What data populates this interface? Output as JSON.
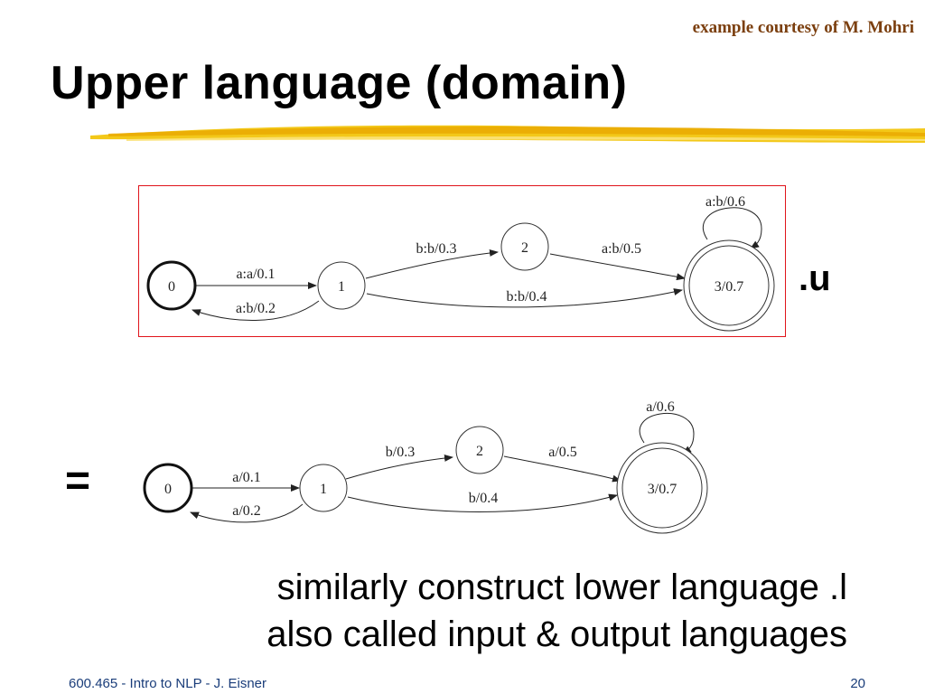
{
  "slide": {
    "courtesy": "example courtesy of M. Mohri",
    "title": "Upper language (domain)",
    "operator_u": ".u",
    "operator_eq": "=",
    "bullets": [
      "similarly construct lower language .l",
      "also called input & output languages"
    ],
    "footer_left": "600.465 - Intro to NLP - J. Eisner",
    "page_number": "20"
  },
  "colors": {
    "title_bar": "#f2c200",
    "box_border": "#e0141b",
    "courtesy_text": "#7b3f0f",
    "footer_text": "#1a3d7a"
  },
  "transducer": {
    "states": [
      "0",
      "1",
      "2",
      "3/0.7"
    ],
    "edges": {
      "s0_s1": "a:a/0.1",
      "s1_s0": "a:b/0.2",
      "s1_s2": "b:b/0.3",
      "s1_s3": "b:b/0.4",
      "s2_s3": "a:b/0.5",
      "s3_loop": "a:b/0.6"
    }
  },
  "acceptor": {
    "states": [
      "0",
      "1",
      "2",
      "3/0.7"
    ],
    "edges": {
      "s0_s1": "a/0.1",
      "s1_s0": "a/0.2",
      "s1_s2": "b/0.3",
      "s1_s3": "b/0.4",
      "s2_s3": "a/0.5",
      "s3_loop": "a/0.6"
    }
  }
}
